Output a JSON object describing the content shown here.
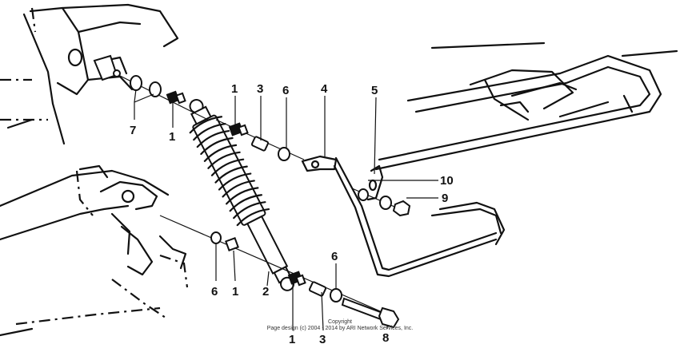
{
  "callouts": {
    "c1_top_left": "1",
    "c7": "7",
    "c1_top": "1",
    "c3_top": "3",
    "c6_top": "6",
    "c4": "4",
    "c5": "5",
    "c10": "10",
    "c9": "9",
    "c2": "2",
    "c6_bottom_left": "6",
    "c1_bottom_left": "1",
    "c6_bottom": "6",
    "c1_bottom": "1",
    "c3_bottom": "3",
    "c8": "8"
  },
  "copyright": {
    "line1": "Copyright",
    "line2": "Page design (c) 2004 - 2014 by ARI Network Services, Inc."
  }
}
